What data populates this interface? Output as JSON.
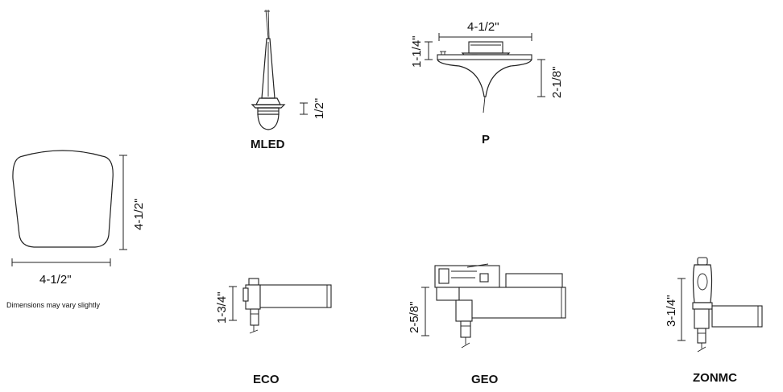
{
  "canopy": {
    "width_label": "4-1/2\"",
    "height_label": "4-1/2\"",
    "note": "Dimensions may vary slightly"
  },
  "fixtures": {
    "mled": {
      "label": "MLED",
      "dim_label": "1/2\""
    },
    "p": {
      "label": "P",
      "width_label": "4-1/2\"",
      "left_dim_label": "1-1/4\"",
      "right_dim_label": "2-1/8\""
    },
    "eco": {
      "label": "ECO",
      "dim_label": "1-3/4\""
    },
    "geo": {
      "label": "GEO",
      "dim_label": "2-5/8\""
    },
    "zonmc": {
      "label": "ZONMC",
      "dim_label": "3-1/4\""
    }
  }
}
